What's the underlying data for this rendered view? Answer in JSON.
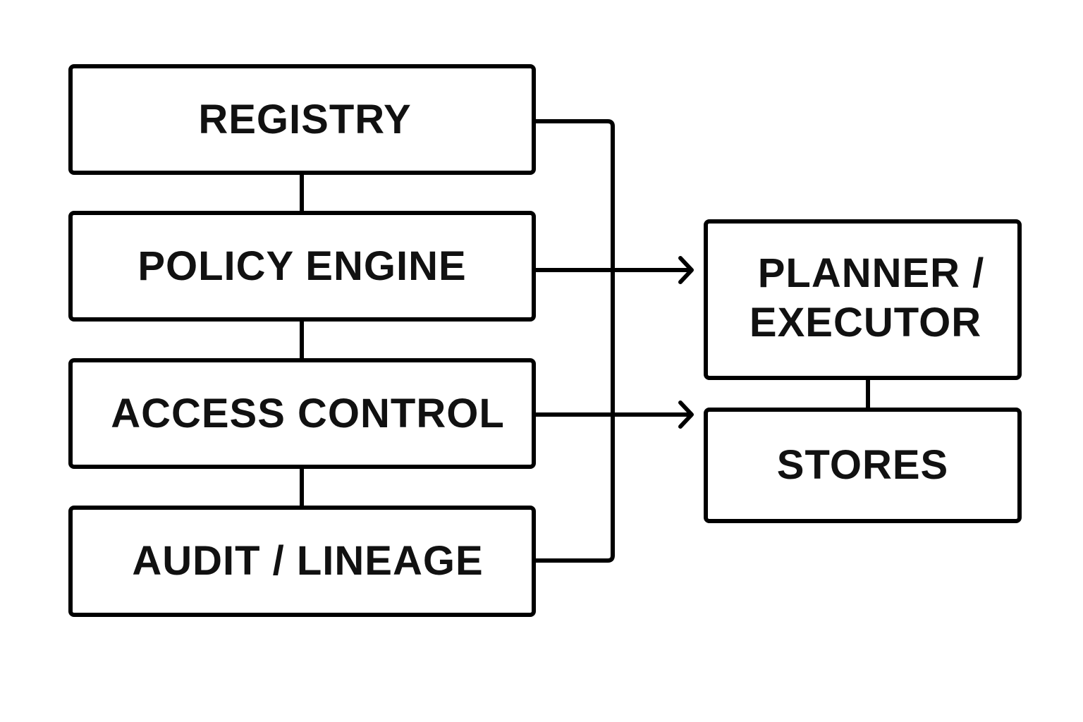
{
  "diagram": {
    "stack": [
      {
        "id": "registry",
        "label": "REGISTRY"
      },
      {
        "id": "policy",
        "label": "POLICY ENGINE"
      },
      {
        "id": "access",
        "label": "ACCESS CONTROL"
      },
      {
        "id": "audit",
        "label": "AUDIT / LINEAGE"
      }
    ],
    "targets": [
      {
        "id": "planner",
        "label_line1": "PLANNER /",
        "label_line2": "EXECUTOR"
      },
      {
        "id": "stores",
        "label": "STORES"
      }
    ],
    "colors": {
      "stroke": "#000000",
      "background": "#ffffff",
      "text": "#111111"
    }
  }
}
